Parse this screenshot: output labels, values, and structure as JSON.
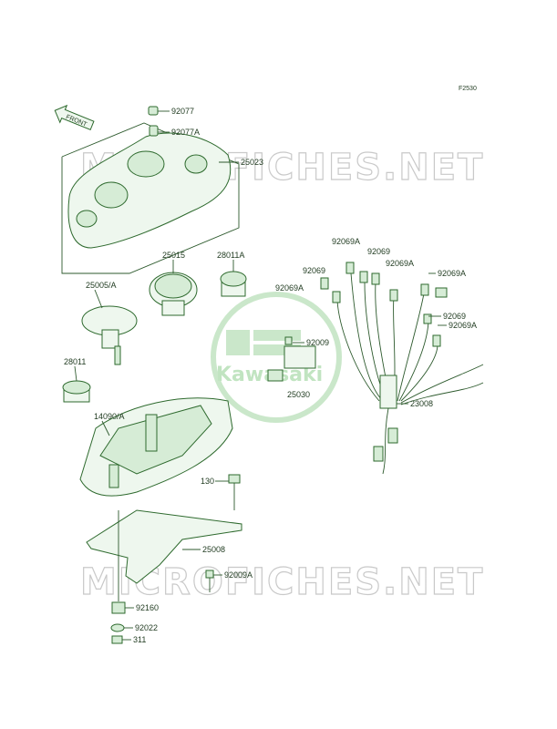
{
  "figure_code": "F2530",
  "front_label": "FRONT",
  "watermark": "MICROFICHES.NET",
  "brand_logo_text": "Kawasaki",
  "colors": {
    "ink": "#1f3a1f",
    "line_art": "#2e6a2e",
    "part_fill": "#eef7ee",
    "watermark": "#c9c9c9",
    "logo_green": "#8fcf8f"
  },
  "parts": {
    "p92077": "92077",
    "p92077A": "92077A",
    "p25023": "25023",
    "p25015": "25015",
    "p28011A": "28011A",
    "p25005A": "25005/A",
    "p28011": "28011",
    "p14090A": "14090/A",
    "p130": "130",
    "p25008": "25008",
    "p92009A": "92009A",
    "p92160": "92160",
    "p92022": "92022",
    "p311": "311",
    "p92009": "92009",
    "p25030": "25030",
    "p23008": "23008",
    "p92069A_top": "92069A",
    "p92069_top": "92069",
    "p92069_left": "92069",
    "p92069A_mid": "92069A",
    "p92069A_leftlow": "92069A",
    "p92069A_right": "92069A",
    "p92069_right": "92069",
    "p92069A_rightlow": "92069A"
  }
}
